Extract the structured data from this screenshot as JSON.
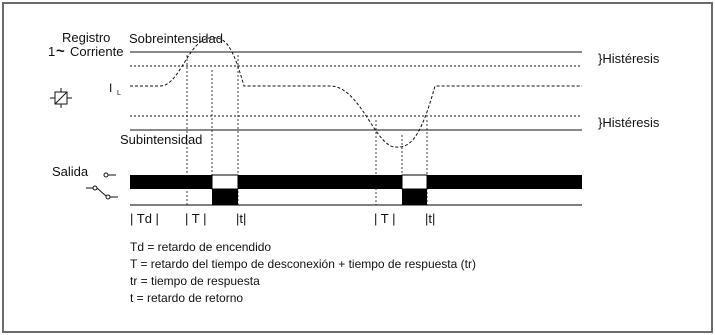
{
  "labels": {
    "registro": "Registro",
    "corriente_prefix": "1",
    "corriente_symbol": "~",
    "corriente": "Corriente",
    "sobreintensidad": "Sobreintensidad",
    "histeresis_upper": "}Histéresis",
    "histeresis_lower": "}Histéresis",
    "il_main": "I",
    "il_sub": "L",
    "subintensidad": "Subintensidad",
    "salida": "Salida"
  },
  "timing": {
    "t1": "| Td |",
    "t2": "| T |",
    "t3": "|t|",
    "t4": "| T |",
    "t5": "|t|"
  },
  "legend": [
    "Td = retardo de encendido",
    "T = retardo del tiempo de desconexión + tiempo de respuesta (tr)",
    "tr = tiempo de respuesta",
    "t = retardo de retorno"
  ],
  "colors": {
    "frame": "#6b6b6b",
    "ink": "#111111",
    "fill": "#000000"
  },
  "icons": {
    "relay": "relay-coil-icon",
    "contact": "changeover-contact-icon"
  }
}
